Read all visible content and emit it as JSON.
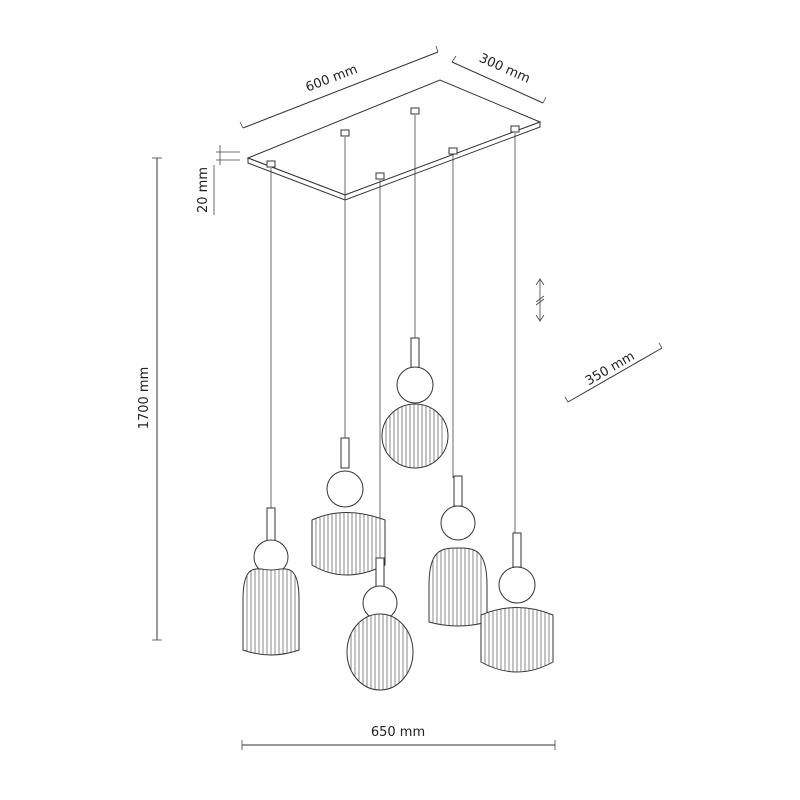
{
  "dimensions": {
    "length": "600 mm",
    "width": "300 mm",
    "plate_height": "20 mm",
    "total_height": "1700 mm",
    "depth": "350 mm",
    "span": "650 mm"
  },
  "colors": {
    "line": "#333333",
    "background": "#ffffff"
  }
}
